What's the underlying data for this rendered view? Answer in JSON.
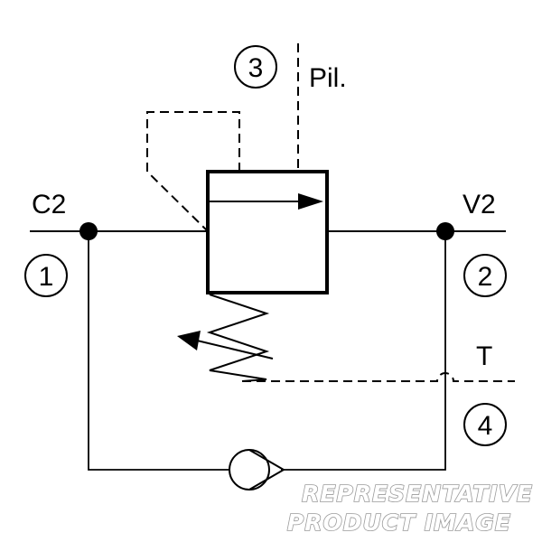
{
  "ports": {
    "c2": {
      "label": "C2",
      "number": "1"
    },
    "v2": {
      "label": "V2",
      "number": "2"
    },
    "pilot": {
      "label": "Pil.",
      "number": "3"
    },
    "tank": {
      "label": "T",
      "number": "4"
    }
  },
  "watermark": {
    "line1": "REPRESENTATIVE",
    "line2": "PRODUCT IMAGE"
  }
}
